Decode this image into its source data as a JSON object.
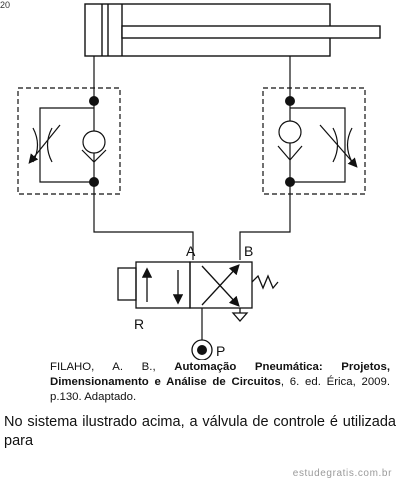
{
  "corner_mark": "20",
  "labels": {
    "port_a": "A",
    "port_b": "B",
    "port_r": "R",
    "port_p": "P"
  },
  "citation": {
    "authors": "FILAHO, A. B., ",
    "title": "Automação Pneumática: Projetos, Dimensionamento e Análise de Circuitos",
    "details": ", 6. ed. Érica, 2009. p.130. Adaptado."
  },
  "question": "No sistema ilustrado acima, a válvula de controle é utilizada para",
  "watermark": "estudegratis.com.br"
}
